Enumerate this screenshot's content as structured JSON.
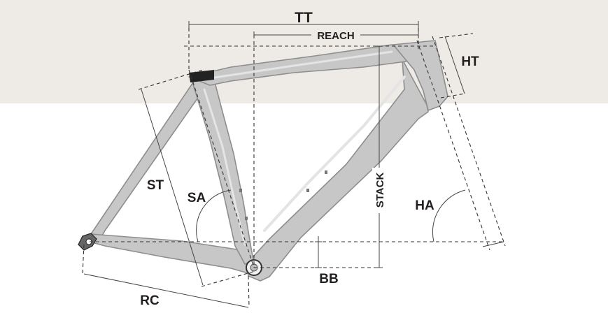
{
  "colors": {
    "top_band": "#eeebe6",
    "frame_fill": "#c7c7c7",
    "frame_highlight": "#e4e4e4",
    "frame_shadow": "#9a9a9a",
    "label": "#231f20"
  },
  "labels": {
    "tt": "TT",
    "reach": "REACH",
    "ht": "HT",
    "st": "ST",
    "sa": "SA",
    "stack": "STACK",
    "ha": "HA",
    "bb": "BB",
    "rc": "RC"
  }
}
